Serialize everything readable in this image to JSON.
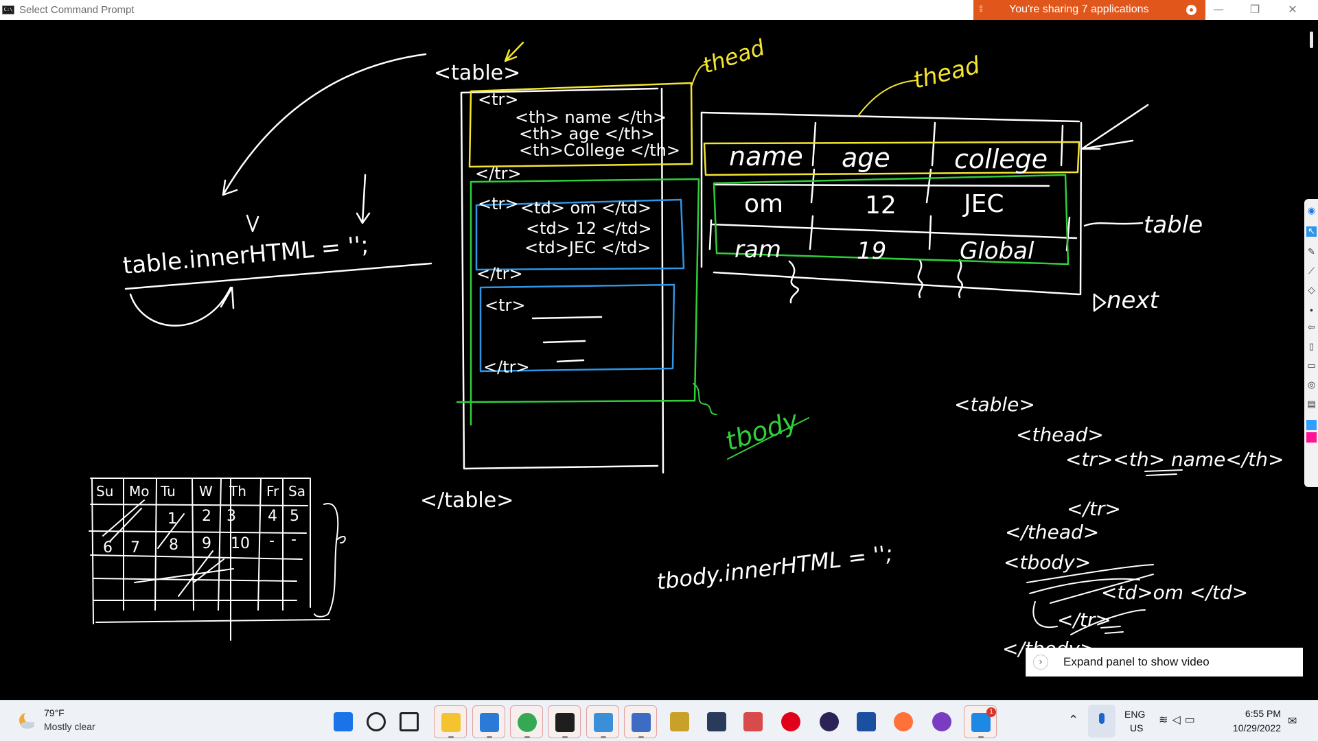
{
  "window": {
    "title": "Select Command Prompt",
    "icon_text": "C:\\",
    "sharing_banner": "You're sharing 7 applications"
  },
  "whiteboard": {
    "left_code": "table.innerHTML = '';",
    "tag_table_open": "<table>",
    "tag_table_close": "</table>",
    "thead_rows": [
      "<tr>",
      "<th> name </th>",
      "<th> age </th>",
      "<th>College </th>",
      "</tr>"
    ],
    "tbody_row1": [
      "<tr>",
      "<td> om </td>",
      "<td> 12 </td>",
      "<td>JEC </td>",
      "</tr>"
    ],
    "tbody_row2": [
      "<tr>",
      "</tr>"
    ],
    "label_thead_1": "thead",
    "label_thead_2": "thead",
    "label_tbody": "tbody",
    "label_table": "table",
    "label_next": "next",
    "grid_header": [
      "name",
      "age",
      "college"
    ],
    "grid_row1": [
      "om",
      "12",
      "JEC"
    ],
    "grid_row2": [
      "ram",
      "19",
      "Global"
    ],
    "calendar_header": [
      "Su",
      "Mo",
      "Tu",
      "W",
      "Th",
      "Fr",
      "Sa"
    ],
    "calendar_row1": [
      "",
      "",
      "1",
      "2",
      "3",
      "4",
      "5"
    ],
    "calendar_row2": [
      "6",
      "7",
      "8",
      "9",
      "10",
      "-",
      "-"
    ],
    "tbody_code": "tbody.innerHTML = '';",
    "right_code": [
      "<table>",
      "<thead>",
      "<tr><th> name</th>",
      "</tr>",
      "</thead>",
      "<tbody>",
      "<td>om </td>",
      "</tr>",
      "</tbody>"
    ]
  },
  "expand_panel": {
    "label": "Expand panel to show video"
  },
  "taskbar": {
    "weather_temp": "79°F",
    "weather_desc": "Mostly clear",
    "lang_top": "ENG",
    "lang_bottom": "US",
    "time": "6:55 PM",
    "date": "10/29/2022",
    "apps": [
      {
        "name": "start",
        "color": "#1a73e8"
      },
      {
        "name": "search",
        "color": "#222222"
      },
      {
        "name": "task-view",
        "color": "#222222"
      },
      {
        "name": "file-explorer",
        "color": "#f4c430"
      },
      {
        "name": "vs-code",
        "color": "#2b7bd6"
      },
      {
        "name": "chrome",
        "color": "#34a853"
      },
      {
        "name": "terminal",
        "color": "#1e1e1e"
      },
      {
        "name": "paint",
        "color": "#3a8fd8"
      },
      {
        "name": "notepad",
        "color": "#3d6cc4"
      },
      {
        "name": "pen-tool",
        "color": "#c9a028"
      },
      {
        "name": "mysql",
        "color": "#2a3a5a"
      },
      {
        "name": "eraser",
        "color": "#d94a4a"
      },
      {
        "name": "opera",
        "color": "#e0001a"
      },
      {
        "name": "eclipse",
        "color": "#2c2255"
      },
      {
        "name": "grapher",
        "color": "#1b4fa0"
      },
      {
        "name": "firefox",
        "color": "#ff7139"
      },
      {
        "name": "vpn",
        "color": "#7a3dc2"
      },
      {
        "name": "webex",
        "color": "#1e88e5"
      }
    ],
    "webex_badge": "1"
  },
  "colors": {
    "board_bg": "#000000",
    "ink_white": "#ffffff",
    "ink_yellow": "#f4e530",
    "ink_green": "#2fcf3a",
    "ink_blue": "#2f95e6",
    "share_orange": "#e1561b"
  }
}
